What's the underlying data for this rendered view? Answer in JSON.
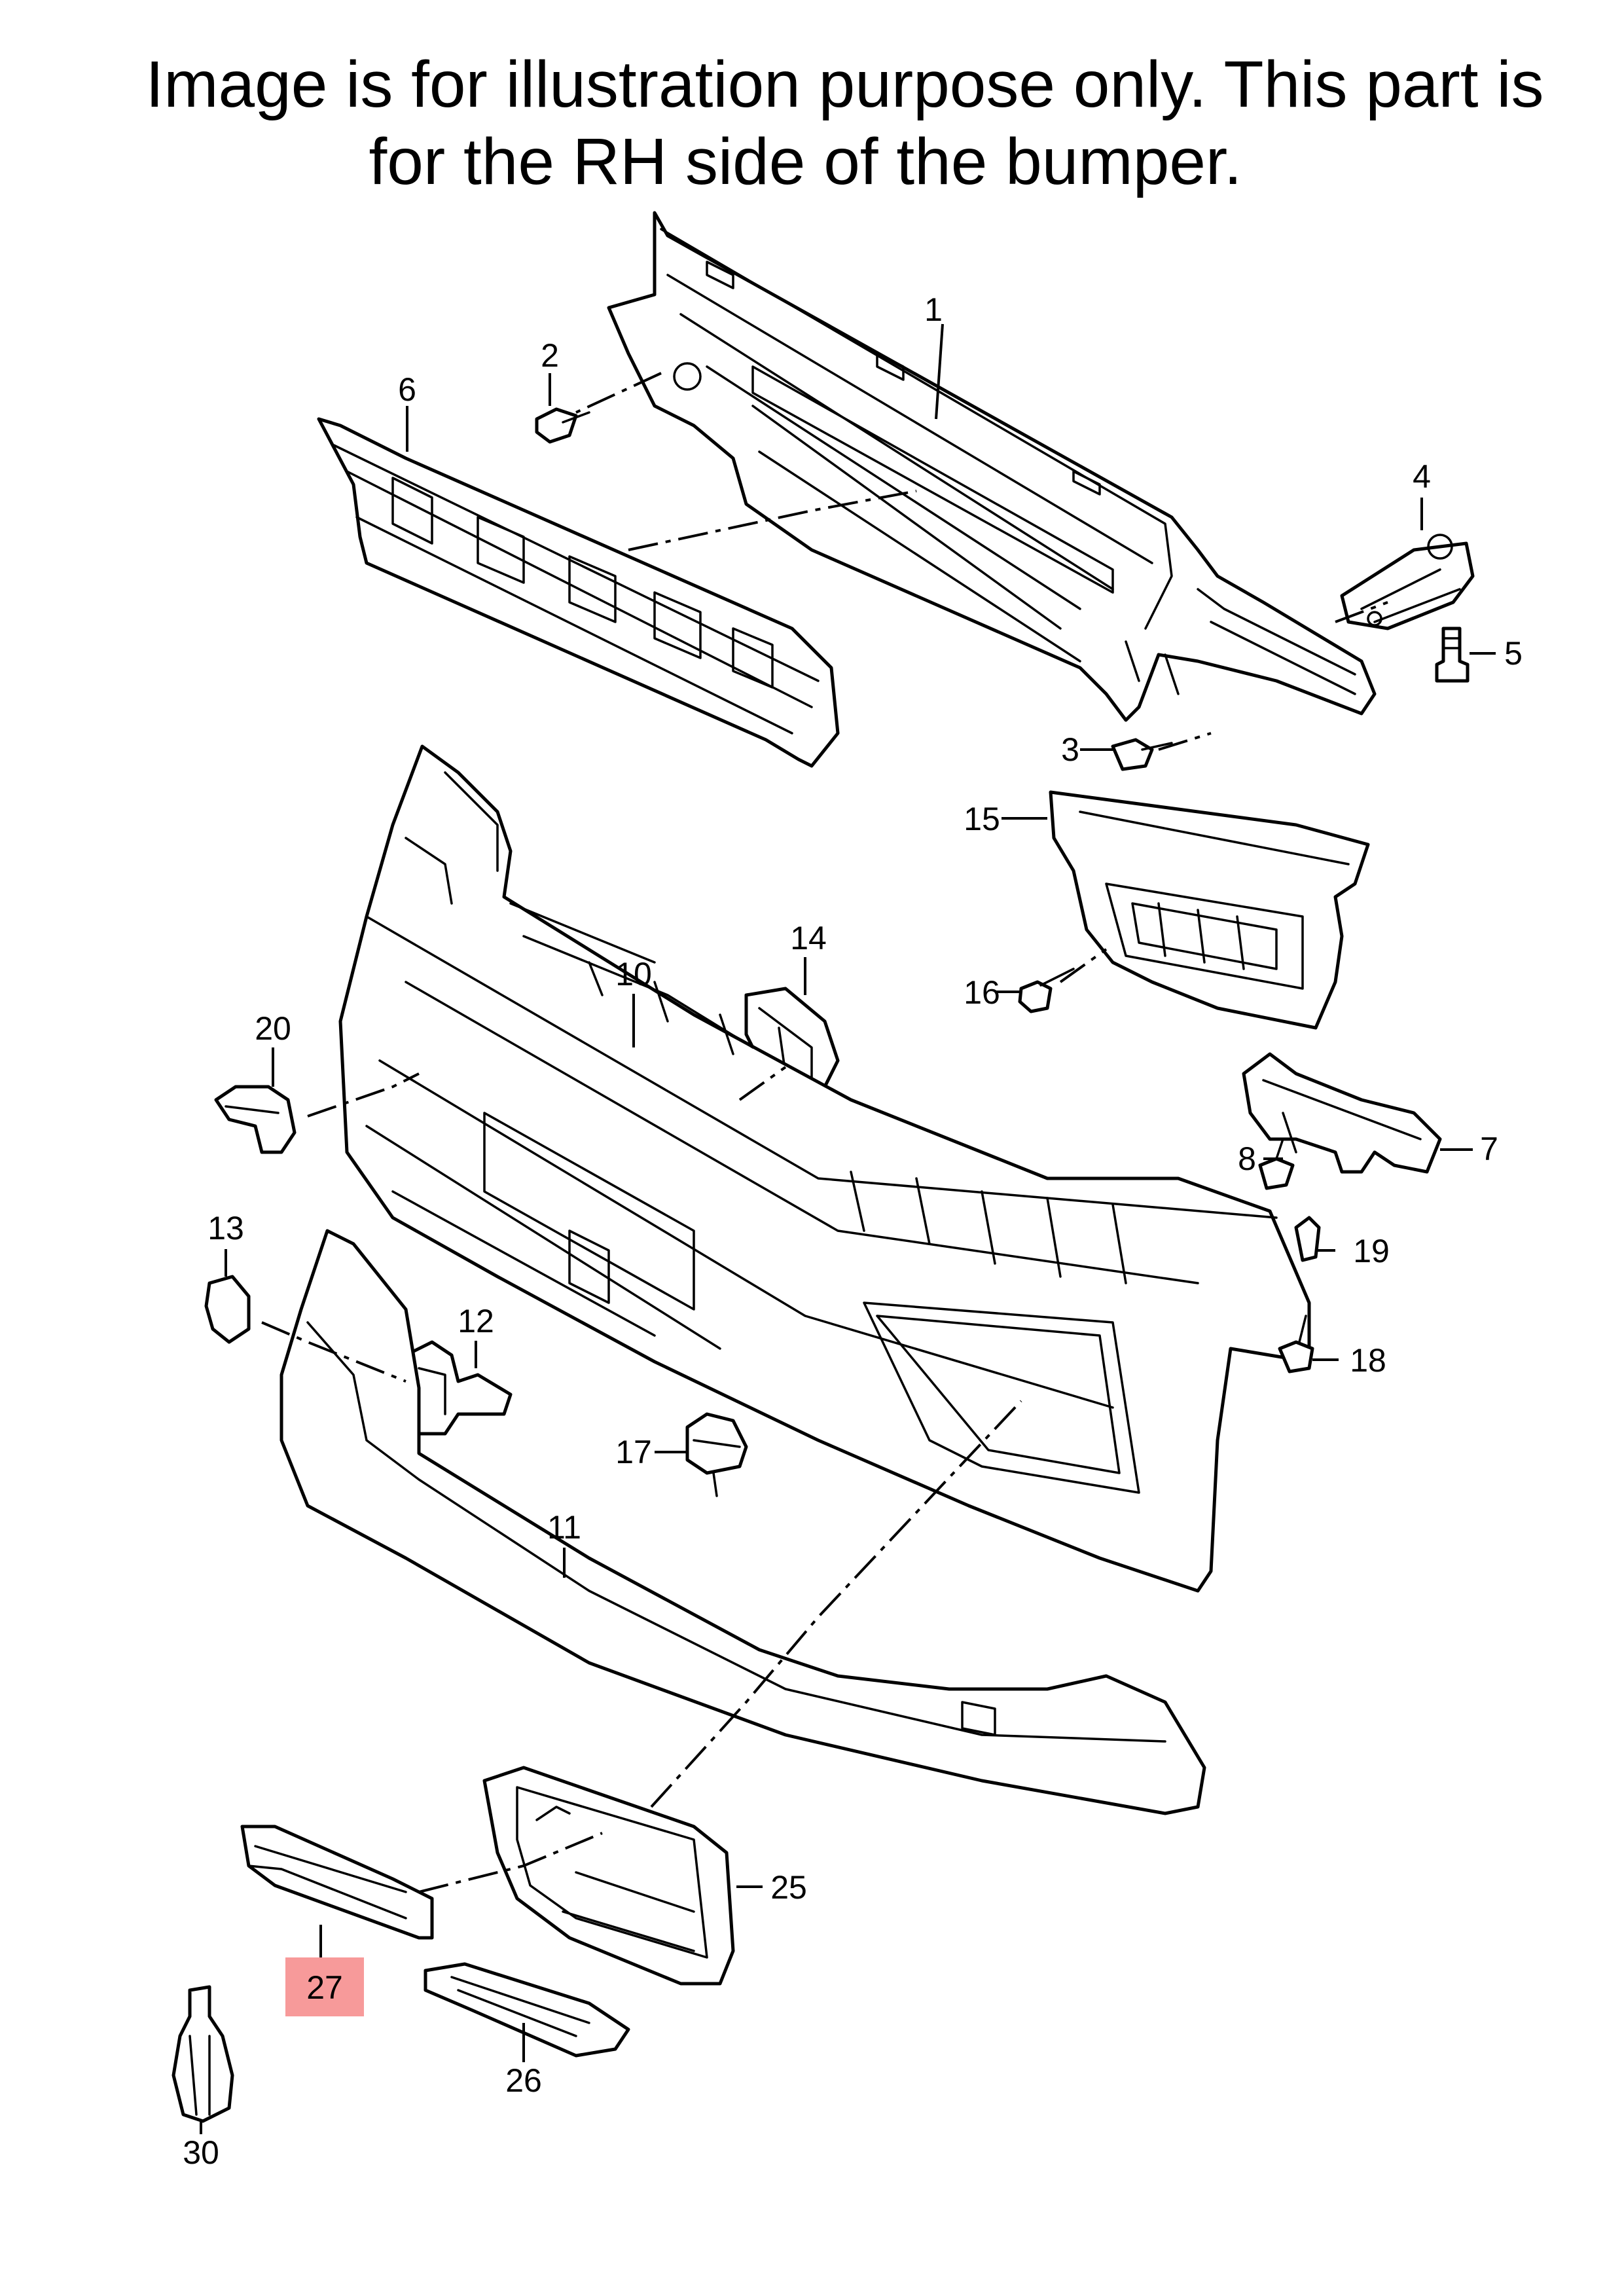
{
  "caption": {
    "line1": "Image is for illustration purpose only.  This part is",
    "line2": "for the RH side of the bumper."
  },
  "callouts": {
    "c1": "1",
    "c2": "2",
    "c3": "3",
    "c4": "4",
    "c5": "5",
    "c6": "6",
    "c7": "7",
    "c8": "8",
    "c10": "10",
    "c11": "11",
    "c12": "12",
    "c13": "13",
    "c14": "14",
    "c15": "15",
    "c16": "16",
    "c17": "17",
    "c18": "18",
    "c19": "19",
    "c20": "20",
    "c25": "25",
    "c26": "26",
    "c27": "27",
    "c30": "30"
  },
  "highlight": {
    "part": "27",
    "color": "#f79a9a"
  }
}
